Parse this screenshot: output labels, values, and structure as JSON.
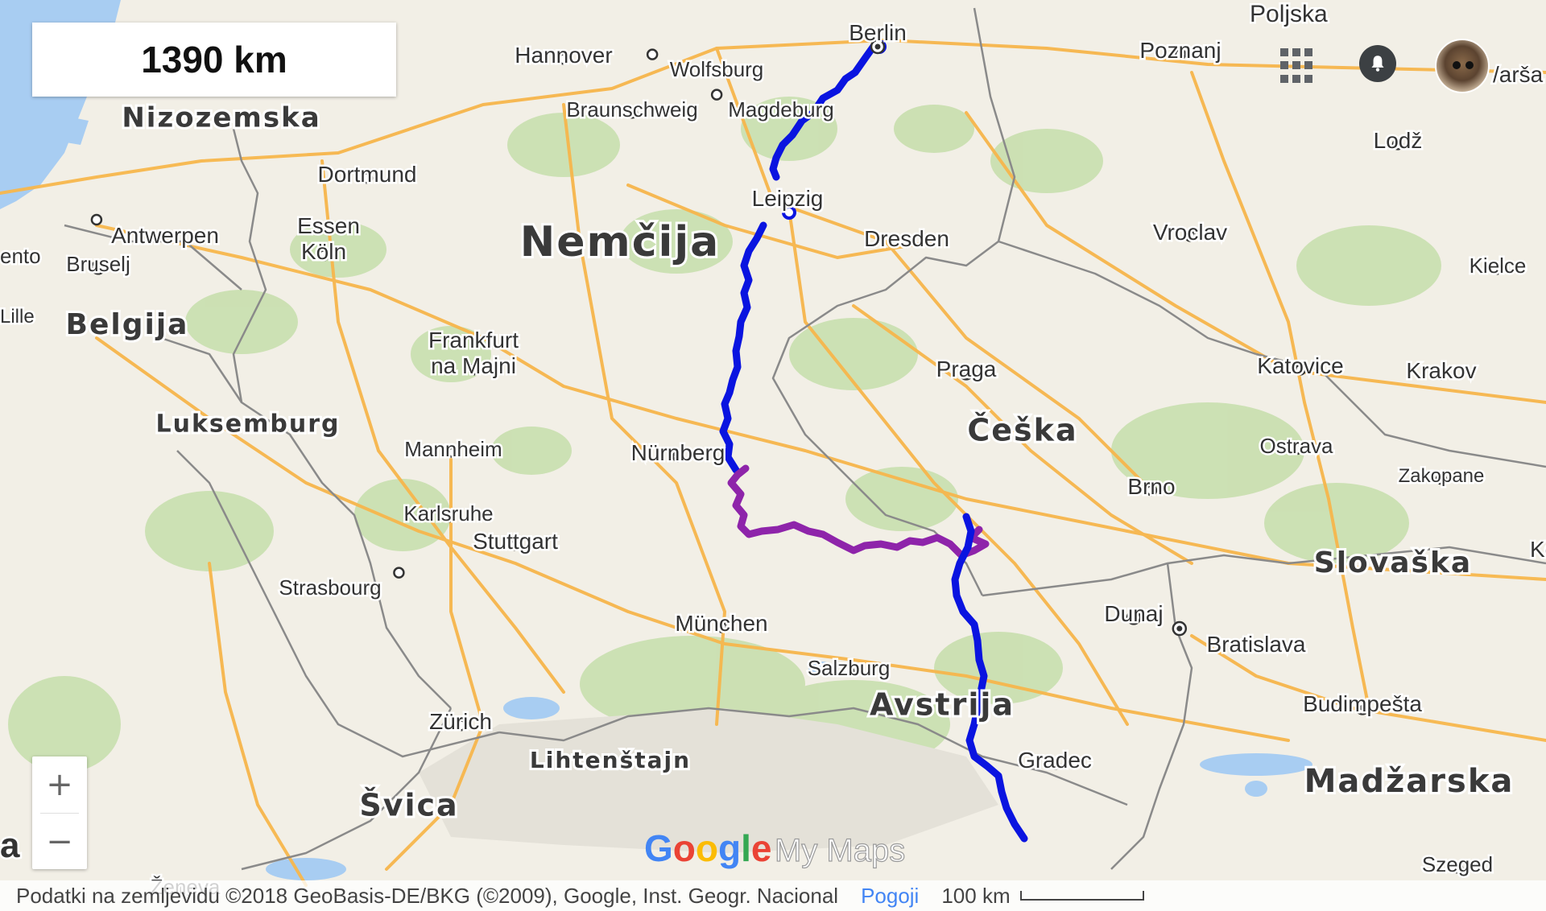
{
  "distance": "1390 km",
  "colors": {
    "route_primary": "#0a14e0",
    "route_secondary": "#8e24aa",
    "water": "#a8cdf2",
    "land": "#f2efe6",
    "forest": "#c8dfae",
    "highway": "#f7b64c",
    "border": "#7a7a7a"
  },
  "countries": [
    {
      "label": "Nizozemska"
    },
    {
      "label": "Belgija"
    },
    {
      "label": "Luksemburg"
    },
    {
      "label": "Nemčija"
    },
    {
      "label": "Češka"
    },
    {
      "label": "Avstrija"
    },
    {
      "label": "Švica"
    },
    {
      "label": "Lihtenštajn"
    },
    {
      "label": "Slovaška"
    },
    {
      "label": "Madžarska"
    }
  ],
  "cities": [
    {
      "label": "Berlin"
    },
    {
      "label": "Hannover"
    },
    {
      "label": "Wolfsburg"
    },
    {
      "label": "Poznanj"
    },
    {
      "label": "Braunschweig"
    },
    {
      "label": "Magdeburg"
    },
    {
      "label": "Lodž"
    },
    {
      "label": "Dortmund"
    },
    {
      "label": "Leipzig"
    },
    {
      "label": "Essen"
    },
    {
      "label": "Antwerpen"
    },
    {
      "label": "Vroclav"
    },
    {
      "label": "Dresden"
    },
    {
      "label": "Bruselj"
    },
    {
      "label": "Köln"
    },
    {
      "label": "Kielce"
    },
    {
      "label": "Frankfurt"
    },
    {
      "label": "na Majni"
    },
    {
      "label": "Praga"
    },
    {
      "label": "Katovice"
    },
    {
      "label": "Krakov"
    },
    {
      "label": "Mannheim"
    },
    {
      "label": "Nürnberg"
    },
    {
      "label": "Ostrava"
    },
    {
      "label": "Zakopane"
    },
    {
      "label": "Brno"
    },
    {
      "label": "Karlsruhe"
    },
    {
      "label": "Stuttgart"
    },
    {
      "label": "Strasbourg"
    },
    {
      "label": "Dunaj"
    },
    {
      "label": "Bratislava"
    },
    {
      "label": "München"
    },
    {
      "label": "Salzburg"
    },
    {
      "label": "Zürich"
    },
    {
      "label": "Budimpešta"
    },
    {
      "label": "Gradec"
    },
    {
      "label": "Szeged"
    },
    {
      "label": "Ženeva"
    }
  ],
  "edge_labels": [
    "ento",
    "Lille",
    "a",
    "/arša",
    "Ko",
    "Poljska"
  ],
  "branding": {
    "google": "Google",
    "product": "My Maps"
  },
  "zoom": {
    "in": "+",
    "out": "−"
  },
  "footer": {
    "attribution": "Podatki na zemljevidu ©2018 GeoBasis-DE/BKG (©2009), Google, Inst. Geogr. Nacional",
    "terms": "Pogoji",
    "scale": "100 km"
  }
}
